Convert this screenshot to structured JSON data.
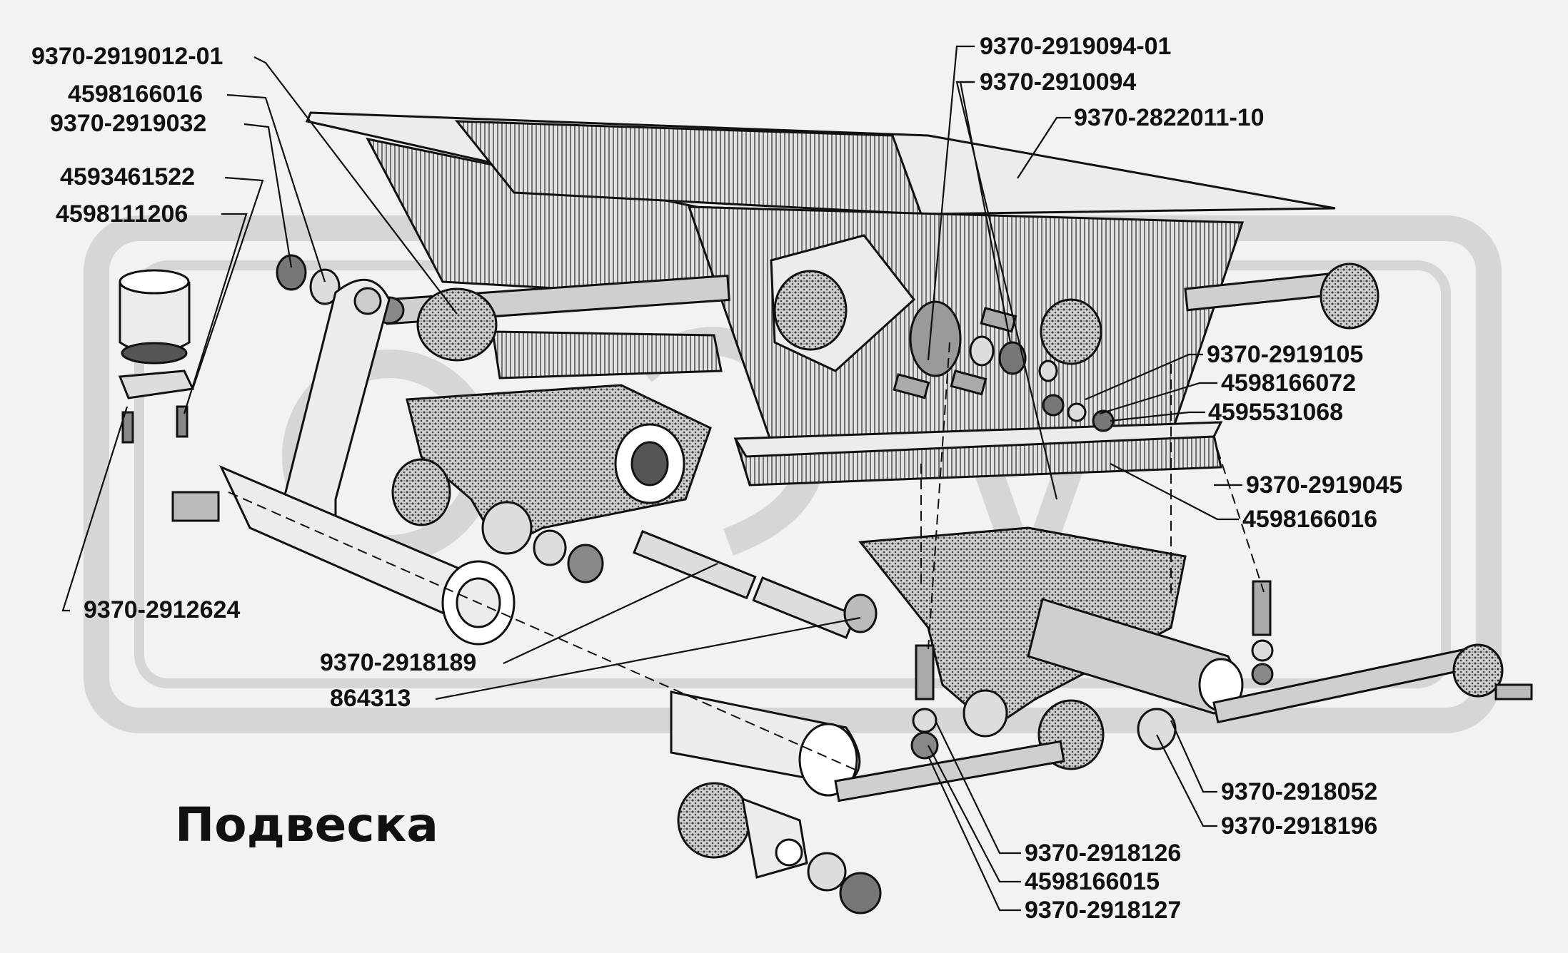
{
  "title": "Подвеска",
  "colors": {
    "background": "#f2f2f0",
    "watermark": "#d6d6d4",
    "ink": "#111111",
    "part_fill": "#dcdcdc",
    "part_dark": "#6a6a6a"
  },
  "labels": [
    "9370-2919012-01",
    "4598166016",
    "9370-2919032",
    "4593461522",
    "4598111206",
    "9370-2912624",
    "9370-2918189",
    "864313",
    "9370-2919094-01",
    "9370-2910094",
    "9370-2822011-10",
    "9370-2919105",
    "4598166072",
    "4595531068",
    "9370-2919045",
    "4598166016",
    "9370-2918052",
    "9370-2918196",
    "9370-2918126",
    "4598166015",
    "9370-2918127"
  ]
}
